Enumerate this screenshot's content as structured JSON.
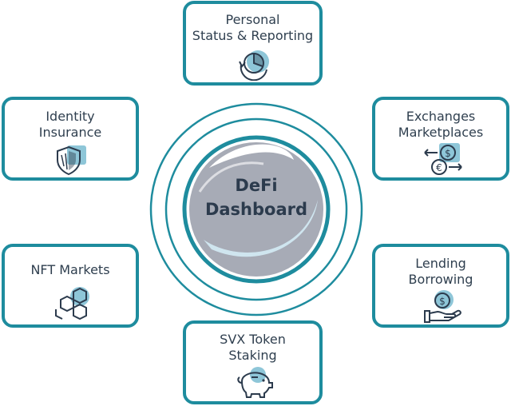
{
  "center": {
    "line1": "DeFi",
    "line2": "Dashboard"
  },
  "cards": {
    "personal": {
      "line1": "Personal",
      "line2": "Status & Reporting",
      "icon": "chart-refresh-icon"
    },
    "identity": {
      "line1": "Identity",
      "line2": "Insurance",
      "icon": "shield-icon"
    },
    "exchanges": {
      "line1": "Exchanges",
      "line2": "Marketplaces",
      "icon": "currency-exchange-icon"
    },
    "nft": {
      "line1": "NFT Markets",
      "icon": "hexagons-icon"
    },
    "lending": {
      "line1": "Lending",
      "line2": "Borrowing",
      "icon": "hand-coin-icon"
    },
    "staking": {
      "line1": "SVX Token",
      "line2": "Staking",
      "icon": "piggy-bank-icon"
    }
  },
  "colors": {
    "border": "#1e8c9e",
    "accent": "#8ec6d8",
    "text": "#2f3f4f",
    "center_fill": "#a7abb6"
  }
}
